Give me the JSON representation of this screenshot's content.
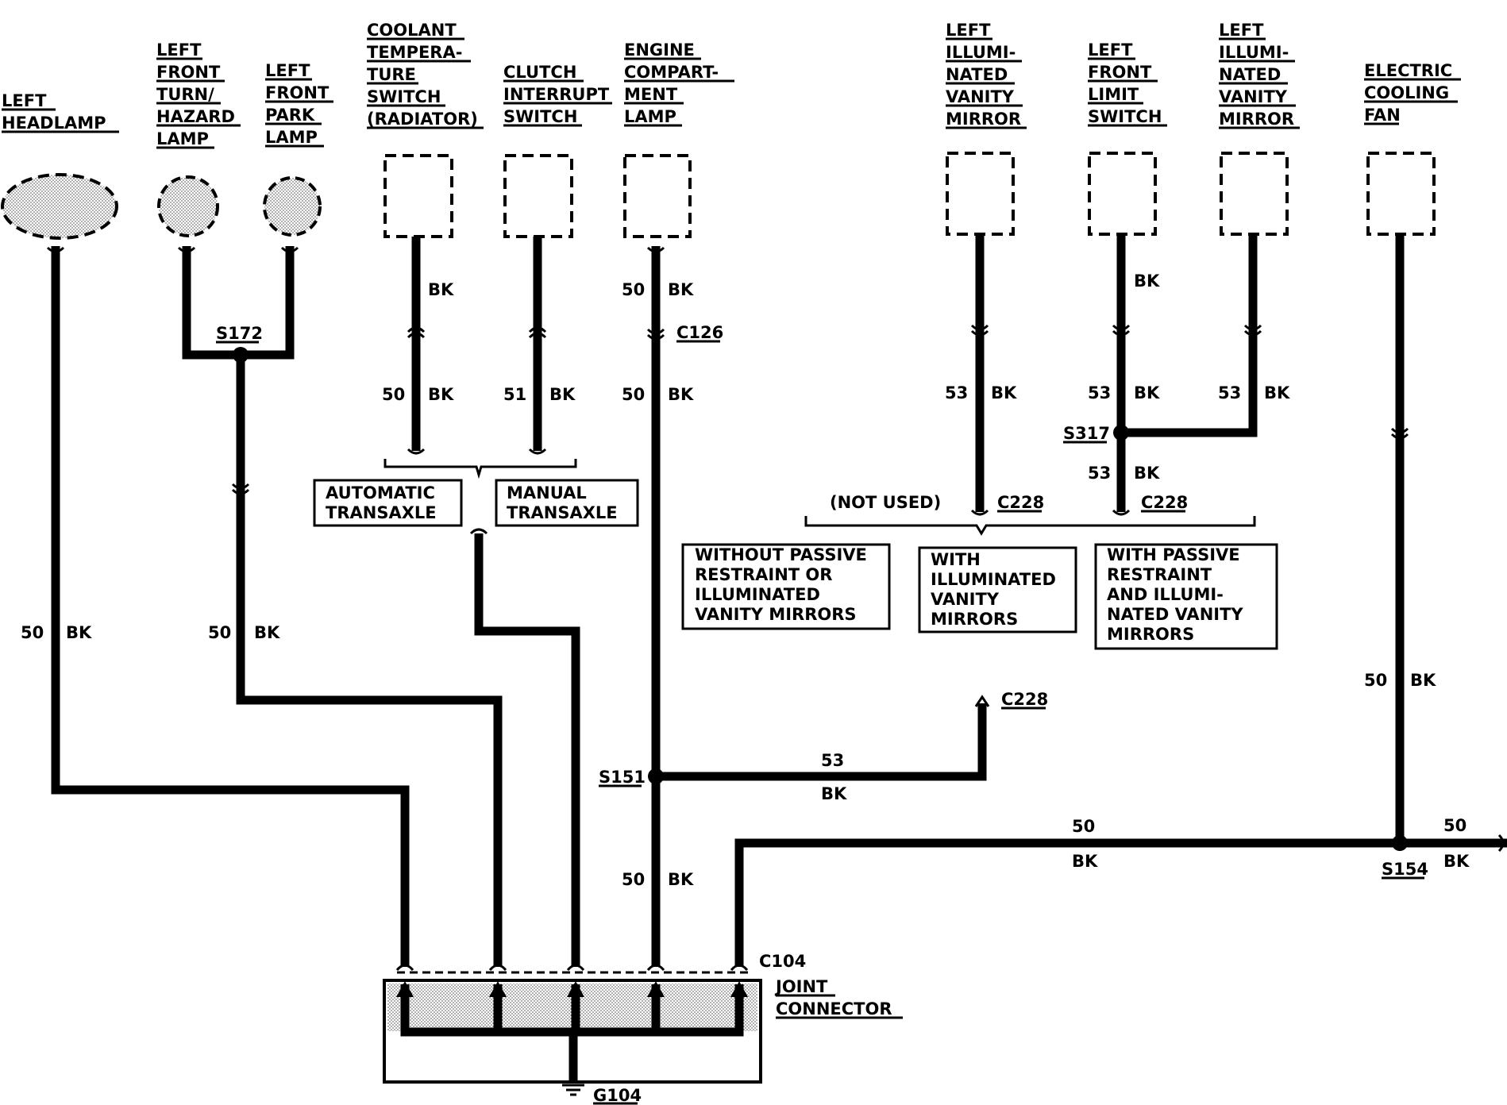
{
  "components": {
    "left_headlamp": [
      "LEFT",
      "HEADLAMP"
    ],
    "left_front_turn": [
      "LEFT",
      "FRONT",
      "TURN/",
      "HAZARD",
      "LAMP"
    ],
    "left_front_park": [
      "LEFT",
      "FRONT",
      "PARK",
      "LAMP"
    ],
    "coolant_switch": [
      "COOLANT",
      "TEMPERA-",
      "TURE",
      "SWITCH",
      "(RADIATOR)"
    ],
    "clutch_switch": [
      "CLUTCH",
      "INTERRUPT",
      "SWITCH"
    ],
    "engine_lamp": [
      "ENGINE",
      "COMPART-",
      "MENT",
      "LAMP"
    ],
    "left_vanity_1": [
      "LEFT",
      "ILLUMI-",
      "NATED",
      "VANITY",
      "MIRROR"
    ],
    "left_limit_switch": [
      "LEFT",
      "FRONT",
      "LIMIT",
      "SWITCH"
    ],
    "left_vanity_2": [
      "LEFT",
      "ILLUMI-",
      "NATED",
      "VANITY",
      "MIRROR"
    ],
    "cooling_fan": [
      "ELECTRIC",
      "COOLING",
      "FAN"
    ]
  },
  "option_boxes": {
    "automatic": [
      "AUTOMATIC",
      "TRANSAXLE"
    ],
    "manual": [
      "MANUAL",
      "TRANSAXLE"
    ],
    "without_passive": [
      "WITHOUT PASSIVE",
      "RESTRAINT OR",
      "ILLUMINATED",
      "VANITY MIRRORS"
    ],
    "with_vanity": [
      "WITH",
      "ILLUMINATED",
      "VANITY",
      "MIRRORS"
    ],
    "with_passive": [
      "WITH PASSIVE",
      "RESTRAINT",
      "AND ILLUMI-",
      "NATED VANITY",
      "MIRRORS"
    ]
  },
  "connectors": {
    "s172": "S172",
    "c126": "C126",
    "s317": "S317",
    "c228_a": "C228",
    "c228_b": "C228",
    "c228_c": "C228",
    "s151": "S151",
    "s154": "S154",
    "c104": "C104",
    "g104": "G104"
  },
  "joint_connector": [
    "JOINT",
    "CONNECTOR"
  ],
  "not_used": "(NOT USED)",
  "wire_labels": {
    "headlamp": {
      "circuit": "50",
      "color": "BK"
    },
    "s172_down": {
      "circuit": "50",
      "color": "BK"
    },
    "coolant_top": {
      "color": "BK"
    },
    "coolant_bottom": {
      "circuit": "50",
      "color": "BK"
    },
    "clutch_bottom": {
      "circuit": "51",
      "color": "BK"
    },
    "engine_top": {
      "circuit": "50",
      "color": "BK"
    },
    "engine_mid": {
      "circuit": "50",
      "color": "BK"
    },
    "engine_low": {
      "circuit": "50",
      "color": "BK"
    },
    "vanity1": {
      "circuit": "53",
      "color": "BK"
    },
    "limit_top": {
      "color": "BK"
    },
    "limit_mid": {
      "circuit": "53",
      "color": "BK"
    },
    "vanity2": {
      "circuit": "53",
      "color": "BK"
    },
    "s317_down": {
      "circuit": "53",
      "color": "BK"
    },
    "s151_right": {
      "circuit": "53",
      "color": "BK"
    },
    "fan_down": {
      "circuit": "50",
      "color": "BK"
    },
    "s154_left": {
      "circuit": "50",
      "color": "BK"
    },
    "s154_right": {
      "circuit": "50",
      "color": "BK"
    }
  }
}
